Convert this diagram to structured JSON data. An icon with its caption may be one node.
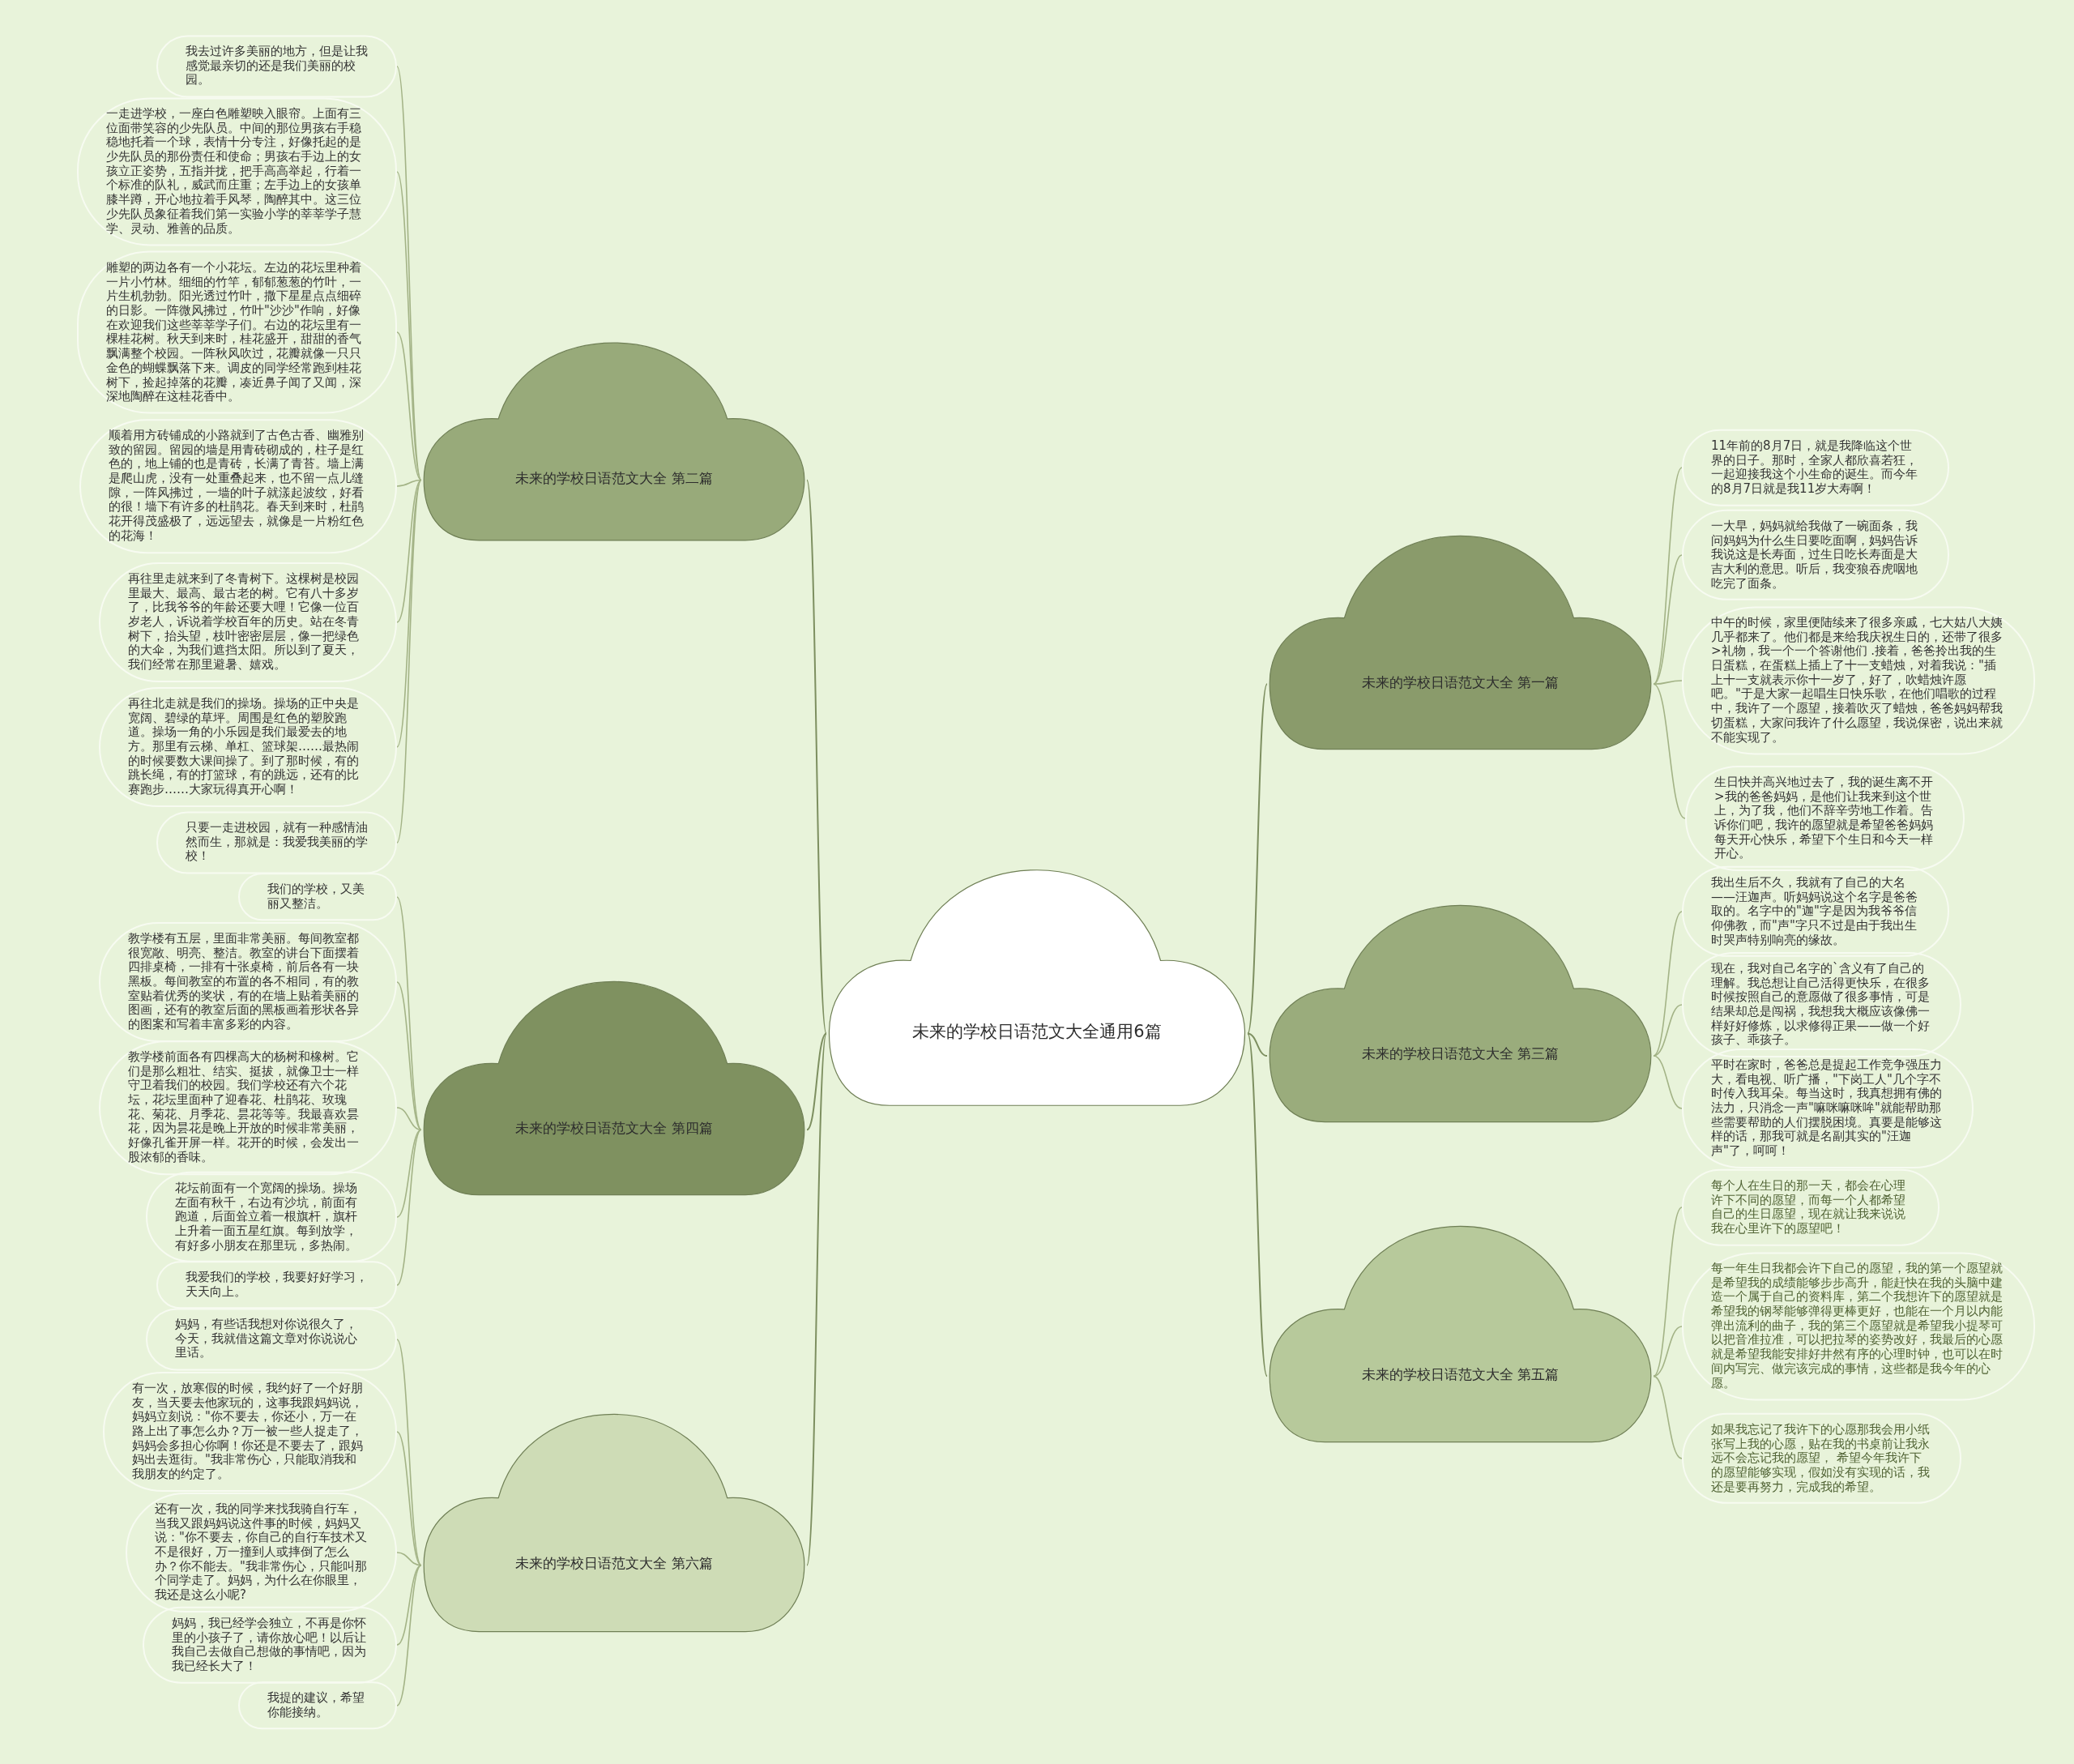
{
  "diagram": {
    "nodes": [
      {
        "text": [
          "未来的学校日语范文大全通用6篇"
        ]
      },
      {
        "text": [
          "未来的学校日语范文大全 第二篇"
        ]
      },
      {
        "text": [
          "我去过许多美丽的地方，但是让我感觉最亲切的还是我们美丽的校园。"
        ]
      },
      {
        "text": [
          "一走进学校，一座白色雕塑映入眼帘。上面有三位面带笑容的少先队员。中间的那位男孩右手稳稳地托着一个球，表情十分专注，好像托起的是少先队员的那份责任和使命；男孩右手边上的女孩立正姿势，五指并拢，把手高高举起，行着一个标准的队礼，威武而庄重；左手边上的女孩单膝半蹲，开心地拉着手风琴，陶醉其中。这三位少先队员象征着我们第一实验小学的莘莘学子慧学、灵动、雅善的品质。"
        ]
      },
      {
        "text": [
          "雕塑的两边各有一个小花坛。左边的花坛里种着一片小竹林。细细的竹竿，郁郁葱葱的竹叶，一片生机勃勃。阳光透过竹叶，撒下星星点点细碎的日影。一阵微风拂过，竹叶\"沙沙\"作响，好像在欢迎我们这些莘莘学子们。右边的花坛里有一棵桂花树。秋天到来时，桂花盛开，甜甜的香气飘满整个校园。一阵秋风吹过，花瓣就像一只只金色的蝴蝶飘落下来。调皮的同学经常跑到桂花树下，捡起掉落的花瓣，凑近鼻子闻了又闻，深深地陶醉在这桂花香中。"
        ]
      },
      {
        "text": [
          "顺着用方砖铺成的小路就到了古色古香、幽雅别致的留园。留园的墙是用青砖砌成的，柱子是红色的，地上铺的也是青砖，长满了青苔。墙上满是爬山虎，没有一处重叠起来，也不留一点儿缝隙，一阵风拂过，一墙的叶子就漾起波纹，好看的很！墙下有许多的杜鹃花。春天到来时，杜鹃花开得茂盛极了，远远望去，就像是一片粉红色的花海！"
        ]
      },
      {
        "text": [
          "再往里走就来到了冬青树下。这棵树是校园里最大、最高、最古老的树。它有八十多岁了，比我爷爷的年龄还要大哩！它像一位百岁老人，诉说着学校百年的历史。站在冬青树下，抬头望，枝叶密密层层，像一把绿色的大伞，为我们遮挡太阳。所以到了夏天，我们经常在那里避暑、嬉戏。"
        ]
      },
      {
        "text": [
          "再往北走就是我们的操场。操场的正中央是宽阔、碧绿的草坪。周围是红色的塑胶跑道。操场一角的小乐园是我们最爱去的地方。那里有云梯、单杠、篮球架……最热闹的时候要数大课间操了。到了那时候，有的跳长绳，有的打篮球，有的跳远，还有的比赛跑步……大家玩得真开心啊！"
        ]
      },
      {
        "text": [
          "只要一走进校园，就有一种感情油然而生，那就是：我爱我美丽的学校！"
        ]
      },
      {
        "text": [
          "未来的学校日语范文大全 第四篇"
        ]
      },
      {
        "text": [
          "我们的学校，又美丽又整洁。"
        ]
      },
      {
        "text": [
          "教学楼有五层，里面非常美丽。每间教室都很宽敞、明亮、整洁。教室的讲台下面摆着四排桌椅，一排有十张桌椅，前后各有一块黑板。每间教室的布置的各不相同，有的教室贴着优秀的奖状，有的在墙上贴着美丽的图画，还有的教室后面的黑板画着形状各异的图案和写着丰富多彩的内容。"
        ]
      },
      {
        "text": [
          "教学楼前面各有四棵高大的杨树和橡树。它们是那么粗壮、结实、挺拔，就像卫士一样守卫着我们的校园。我们学校还有六个花坛，花坛里面种了迎春花、杜鹃花、玫瑰花、菊花、月季花、昙花等等。我最喜欢昙花，因为昙花是晚上开放的时候非常美丽，好像孔雀开屏一样。花开的时候，会发出一股浓郁的香味。"
        ]
      },
      {
        "text": [
          "花坛前面有一个宽阔的操场。操场左面有秋千，右边有沙坑，前面有跑道，后面耸立着一根旗杆，旗杆上升着一面五星红旗。每到放学，有好多小朋友在那里玩，多热闹。"
        ]
      },
      {
        "text": [
          "我爱我们的学校，我要好好学习，天天向上。"
        ]
      },
      {
        "text": [
          "未来的学校日语范文大全 第六篇"
        ]
      },
      {
        "text": [
          "妈妈，有些话我想对你说很久了，今天，我就借这篇文章对你说说心里话。"
        ]
      },
      {
        "text": [
          "有一次，放寒假的时候，我约好了一个好朋友，当天要去他家玩的，这事我跟妈妈说，妈妈立刻说：\"你不要去，你还小，万一在路上出了事怎么办？万一被一些人捉走了，妈妈会多担心你啊！你还是不要去了，跟妈妈出去逛街。\"我非常伤心，只能取消我和我朋友的约定了。"
        ]
      },
      {
        "text": [
          "还有一次，我的同学来找我骑自行车，当我又跟妈妈说这件事的时候，妈妈又说：\"你不要去，你自己的自行车技术又不是很好，万一撞到人或摔倒了怎么办？你不能去。\"我非常伤心，只能叫那个同学走了。妈妈，为什么在你眼里，我还是这么小呢?"
        ]
      },
      {
        "text": [
          "妈妈，我已经学会独立，不再是你怀里的小孩子了，请你放心吧！以后让我自己去做自己想做的事情吧，因为我已经长大了！"
        ]
      },
      {
        "text": [
          "我提的建议，希望你能接纳。"
        ]
      },
      {
        "text": [
          "未来的学校日语范文大全 第一篇"
        ]
      },
      {
        "text": [
          "11年前的8月7日，就是我降临这个世界的日子。那时，全家人都欣喜若狂，一起迎接我这个小生命的诞生。而今年的8月7日就是我11岁大寿啊！"
        ]
      },
      {
        "text": [
          "一大早，妈妈就给我做了一碗面条，我问妈妈为什么生日要吃面啊，妈妈告诉我说这是长寿面，过生日吃长寿面是大吉大利的意思。听后，我变狼吞虎咽地吃完了面条。"
        ]
      },
      {
        "text": [
          "中午的时候，家里便陆续来了很多亲戚，七大姑八大姨几乎都来了。他们都是来给我庆祝生日的，还带了很多>礼物，我一个一个答谢他们 .接着，爸爸拎出我的生日蛋糕，在蛋糕上插上了十一支蜡烛，对着我说：\"插上十一支就表示你十一岁了，好了，吹蜡烛许愿吧。\"于是大家一起唱生日快乐歌，在他们唱歌的过程中，我许了一个愿望，接着吹灭了蜡烛，爸爸妈妈帮我切蛋糕，大家问我许了什么愿望，我说保密，说出来就不能实现了。"
        ]
      },
      {
        "text": [
          "生日快并高兴地过去了，我的诞生离不开>我的爸爸妈妈，是他们让我来到这个世上，为了我，他们不辞辛劳地工作着。告诉你们吧，我许的愿望就是希望爸爸妈妈每天开心快乐，希望下个生日和今天一样开心。"
        ]
      },
      {
        "text": [
          "未来的学校日语范文大全 第三篇"
        ]
      },
      {
        "text": [
          "我出生后不久，我就有了自己的大名——汪迦声。听妈妈说这个名字是爸爸取的。名字中的\"迦\"字是因为我爷爷信仰佛教，而\"声\"字只不过是由于我出生时哭声特别响亮的缘故。"
        ]
      },
      {
        "text": [
          "现在，我对自己名字的`含义有了自己的理解。我总想让自己活得更快乐，在很多时候按照自己的意愿做了很多事情，可是结果却总是闯祸，我想我大概应该像佛一样好好修炼，以求修得正果——做一个好孩子、乖孩子。"
        ]
      },
      {
        "text": [
          "平时在家时，爸爸总是提起工作竞争强压力大，看电视、听广播，\"下岗工人\"几个字不时传入我耳朵。每当这时，我真想拥有佛的法力，只消念一声\"嘛咪嘛咪哞\"就能帮助那些需要帮助的人们摆脱困境。真要是能够这样的话，那我可就是名副其实的\"汪迦声\"了，呵呵！"
        ]
      },
      {
        "text": [
          "未来的学校日语范文大全 第五篇"
        ]
      },
      {
        "text": [
          "每个人在生日的那一天，都会在心理许下不同的愿望，而每一个人都希望自己的生日愿望，现在就让我来说说我在心里许下的愿望吧！"
        ]
      },
      {
        "text": [
          "每一年生日我都会许下自己的愿望，我的第一个愿望就是希望我的成绩能够步步高升，能赶快在我的头脑中建造一个属于自己的资料库，第二个我想许下的愿望就是希望我的钢琴能够弹得更棒更好，也能在一个月以内能弹出流利的曲子，我的第三个愿望就是希望我小提琴可以把音准拉准，可以把拉琴的姿势改好，我最后的心愿就是希望我能安排好井然有序的心理时钟，也可以在时间内写完、做完该完成的事情，这些都是我今年的心愿。"
        ]
      },
      {
        "text": [
          "如果我忘记了我许下的心愿那我会用小纸张写上我的心愿，贴在我的书桌前让我永远不会忘记我的愿望， 希望今年我许下的愿望能够实现，假如没有实现的话，我还是要再努力，完成我的希望。"
        ]
      }
    ],
    "edges": [
      {
        "from": 0,
        "to": 1,
        "arrow": "none"
      },
      {
        "from": 1,
        "to": 2,
        "arrow": "none"
      },
      {
        "from": 1,
        "to": 3,
        "arrow": "none"
      },
      {
        "from": 1,
        "to": 4,
        "arrow": "none"
      },
      {
        "from": 1,
        "to": 5,
        "arrow": "none"
      },
      {
        "from": 1,
        "to": 6,
        "arrow": "none"
      },
      {
        "from": 1,
        "to": 7,
        "arrow": "none"
      },
      {
        "from": 1,
        "to": 8,
        "arrow": "none"
      },
      {
        "from": 0,
        "to": 9,
        "arrow": "none"
      },
      {
        "from": 9,
        "to": 10,
        "arrow": "none"
      },
      {
        "from": 9,
        "to": 11,
        "arrow": "none"
      },
      {
        "from": 9,
        "to": 12,
        "arrow": "none"
      },
      {
        "from": 9,
        "to": 13,
        "arrow": "none"
      },
      {
        "from": 9,
        "to": 14,
        "arrow": "none"
      },
      {
        "from": 0,
        "to": 15,
        "arrow": "none"
      },
      {
        "from": 15,
        "to": 16,
        "arrow": "none"
      },
      {
        "from": 15,
        "to": 17,
        "arrow": "none"
      },
      {
        "from": 15,
        "to": 18,
        "arrow": "none"
      },
      {
        "from": 15,
        "to": 19,
        "arrow": "none"
      },
      {
        "from": 15,
        "to": 20,
        "arrow": "none"
      },
      {
        "from": 0,
        "to": 21,
        "arrow": "none"
      },
      {
        "from": 21,
        "to": 22,
        "arrow": "none"
      },
      {
        "from": 21,
        "to": 23,
        "arrow": "none"
      },
      {
        "from": 21,
        "to": 24,
        "arrow": "none"
      },
      {
        "from": 21,
        "to": 25,
        "arrow": "none"
      },
      {
        "from": 0,
        "to": 26,
        "arrow": "none"
      },
      {
        "from": 26,
        "to": 27,
        "arrow": "none"
      },
      {
        "from": 26,
        "to": 28,
        "arrow": "none"
      },
      {
        "from": 26,
        "to": 29,
        "arrow": "none"
      },
      {
        "from": 0,
        "to": 30,
        "arrow": "none"
      },
      {
        "from": 30,
        "to": 31,
        "arrow": "none"
      },
      {
        "from": 30,
        "to": 32,
        "arrow": "none"
      },
      {
        "from": 30,
        "to": 33,
        "arrow": "none"
      }
    ]
  }
}
